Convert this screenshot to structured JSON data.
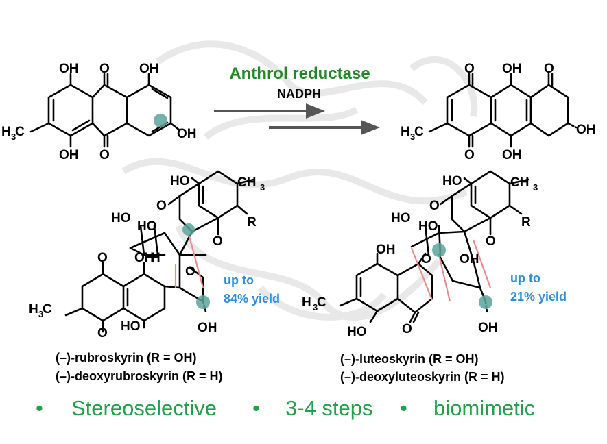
{
  "reaction": {
    "enzyme": "Anthrol reductase",
    "cofactor": "NADPH"
  },
  "substrate_labels": [
    "OH",
    "O",
    "OH",
    "H",
    "C",
    "OH",
    "OH",
    "O"
  ],
  "product_labels": [
    "O",
    "OH",
    "O",
    "H",
    "C",
    "OH",
    "O",
    "OH"
  ],
  "left_product": {
    "yield_line1": "up to",
    "yield_line2": "84% yield",
    "name_line1": "(–)-rubroskyrin (R = OH)",
    "name_line2": "(–)-deoxyrubroskyrin (R = H)"
  },
  "right_product": {
    "yield_line1": "up to",
    "yield_line2": "21% yield",
    "name_line1": "(–)-luteoskyrin (R = OH)",
    "name_line2": "(–)-deoxyluteoskyrin (R = H)"
  },
  "highlights": [
    {
      "bullet": "•",
      "text": "Stereoselective"
    },
    {
      "bullet": "•",
      "text": "3-4 steps"
    },
    {
      "bullet": "•",
      "text": "biomimetic"
    }
  ],
  "colors": {
    "enzyme": "#1d8a22",
    "yield": "#2b8fe0",
    "highlight": "#22a04a",
    "marker": "#5aa39a",
    "new_bond": "#f08a8a",
    "watermark": "#ededed"
  }
}
